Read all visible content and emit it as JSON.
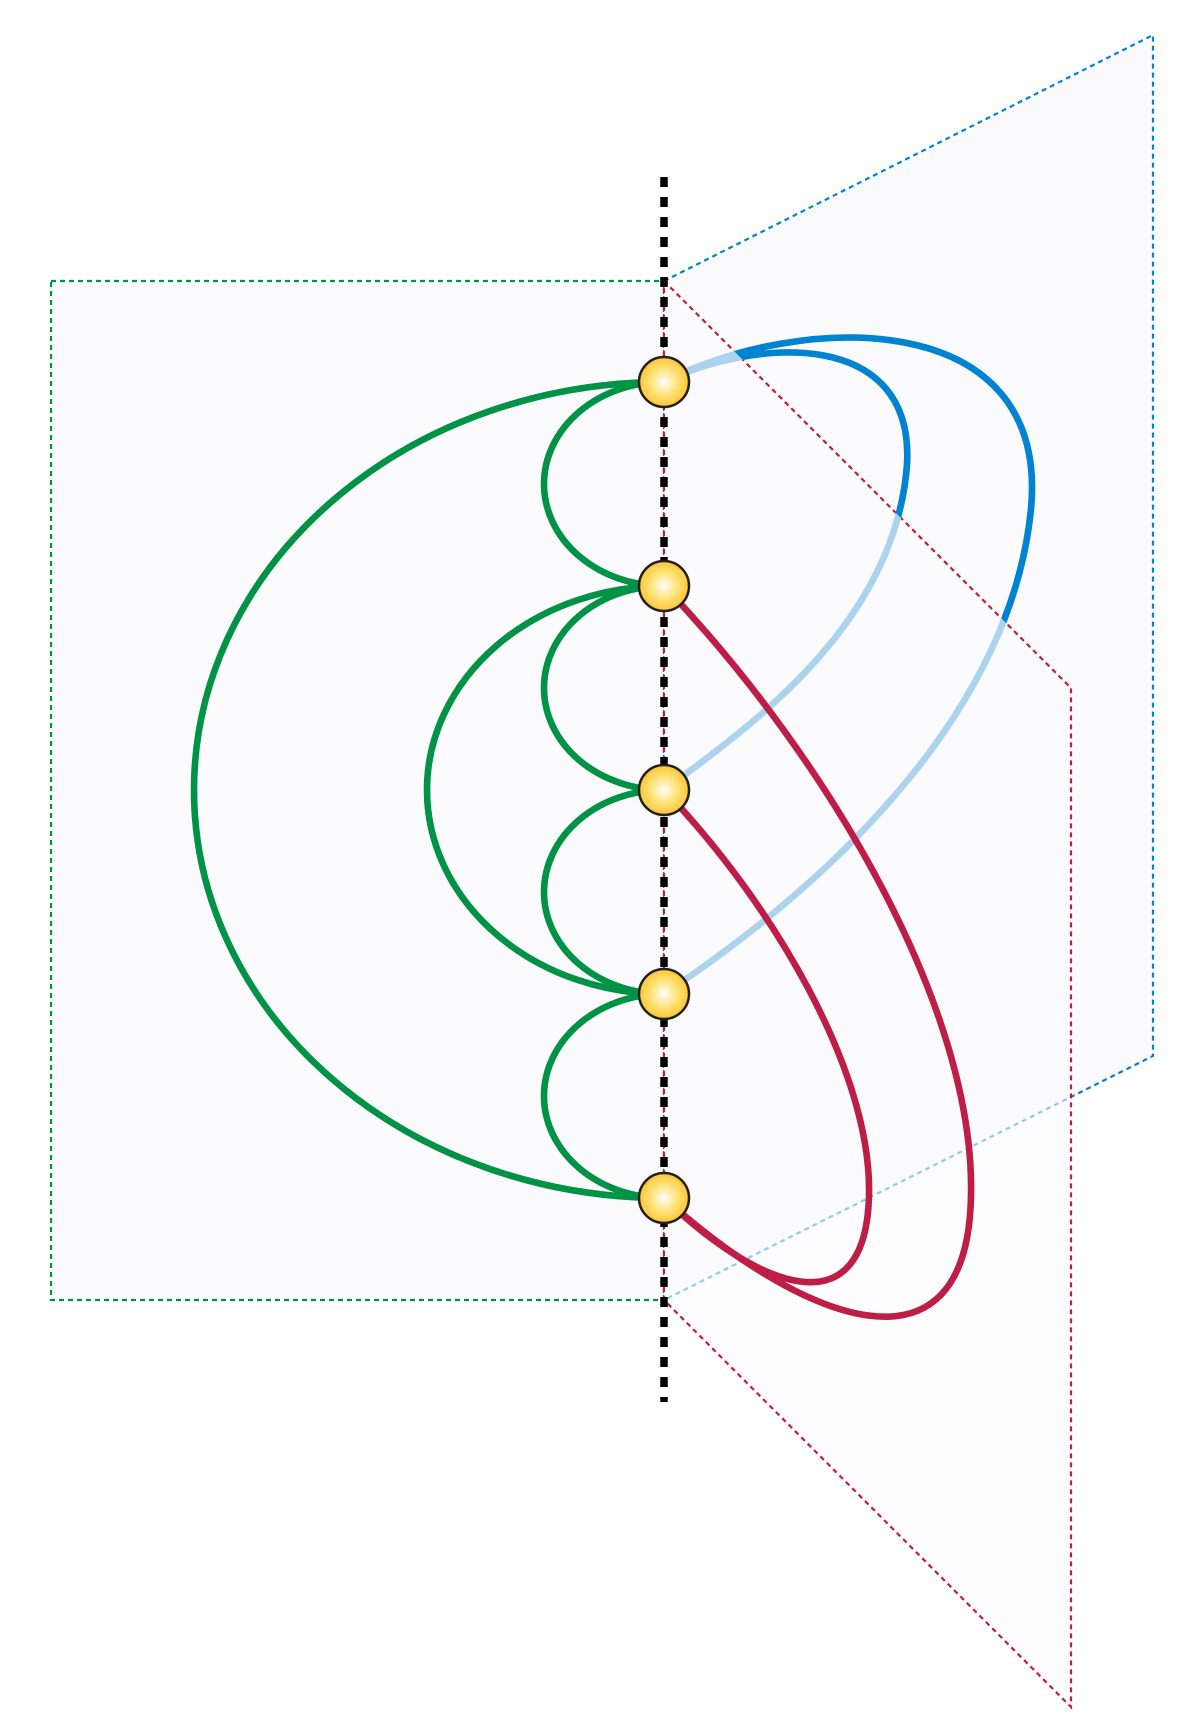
{
  "diagram": {
    "kind": "book embedding with three pages",
    "vertices": [
      1,
      2,
      3,
      4,
      5
    ],
    "pages": [
      {
        "color": "#009245",
        "edges": [
          [
            1,
            2
          ],
          [
            2,
            3
          ],
          [
            3,
            4
          ],
          [
            4,
            5
          ],
          [
            2,
            4
          ],
          [
            1,
            5
          ]
        ]
      },
      {
        "color": "#0083d0",
        "hidden_color": "#acd3ee",
        "edges": [
          [
            1,
            3
          ],
          [
            1,
            4
          ]
        ]
      },
      {
        "color": "#be1e45",
        "edges": [
          [
            2,
            5
          ],
          [
            3,
            5
          ]
        ]
      }
    ],
    "colors": {
      "spine": "#000000",
      "page_fill": "#fbfafd",
      "vertex_fill": "#fcc42c",
      "vertex_highlight": "#ffffff",
      "vertex_stroke": "#231f20"
    }
  }
}
